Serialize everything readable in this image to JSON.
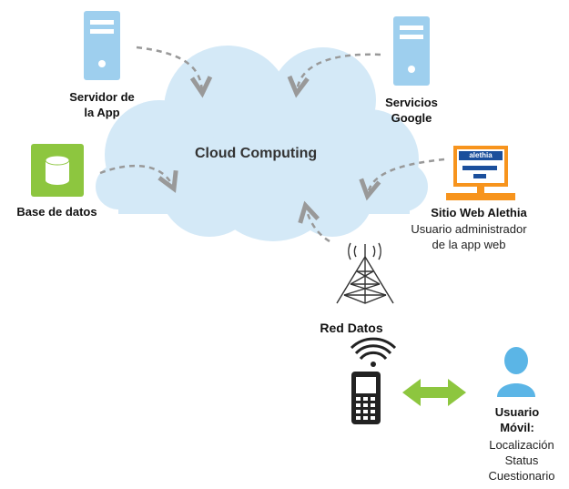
{
  "cloud": {
    "label": "Cloud Computing",
    "fill": "#d4e9f7"
  },
  "app_server": {
    "label_line1": "Servidor de",
    "label_line2": "la App"
  },
  "google_services": {
    "label_line1": "Servicios",
    "label_line2": "Google"
  },
  "database": {
    "label": "Base de datos"
  },
  "website": {
    "title": "Sitio Web Alethia",
    "brand": "alethia",
    "desc_line1": "Usuario administrador",
    "desc_line2": "de la app web"
  },
  "network": {
    "label": "Red Datos"
  },
  "mobile_user": {
    "label_line1": "Usuario",
    "label_line2": "Móvil:",
    "items": [
      "Localización",
      "Status",
      "Cuestionario"
    ]
  },
  "colors": {
    "server": "#9ecfee",
    "database": "#8dc63f",
    "monitor": "#f7941d",
    "arrow": "#8dc63f",
    "user": "#5bb5e6",
    "dashes": "#999999"
  }
}
